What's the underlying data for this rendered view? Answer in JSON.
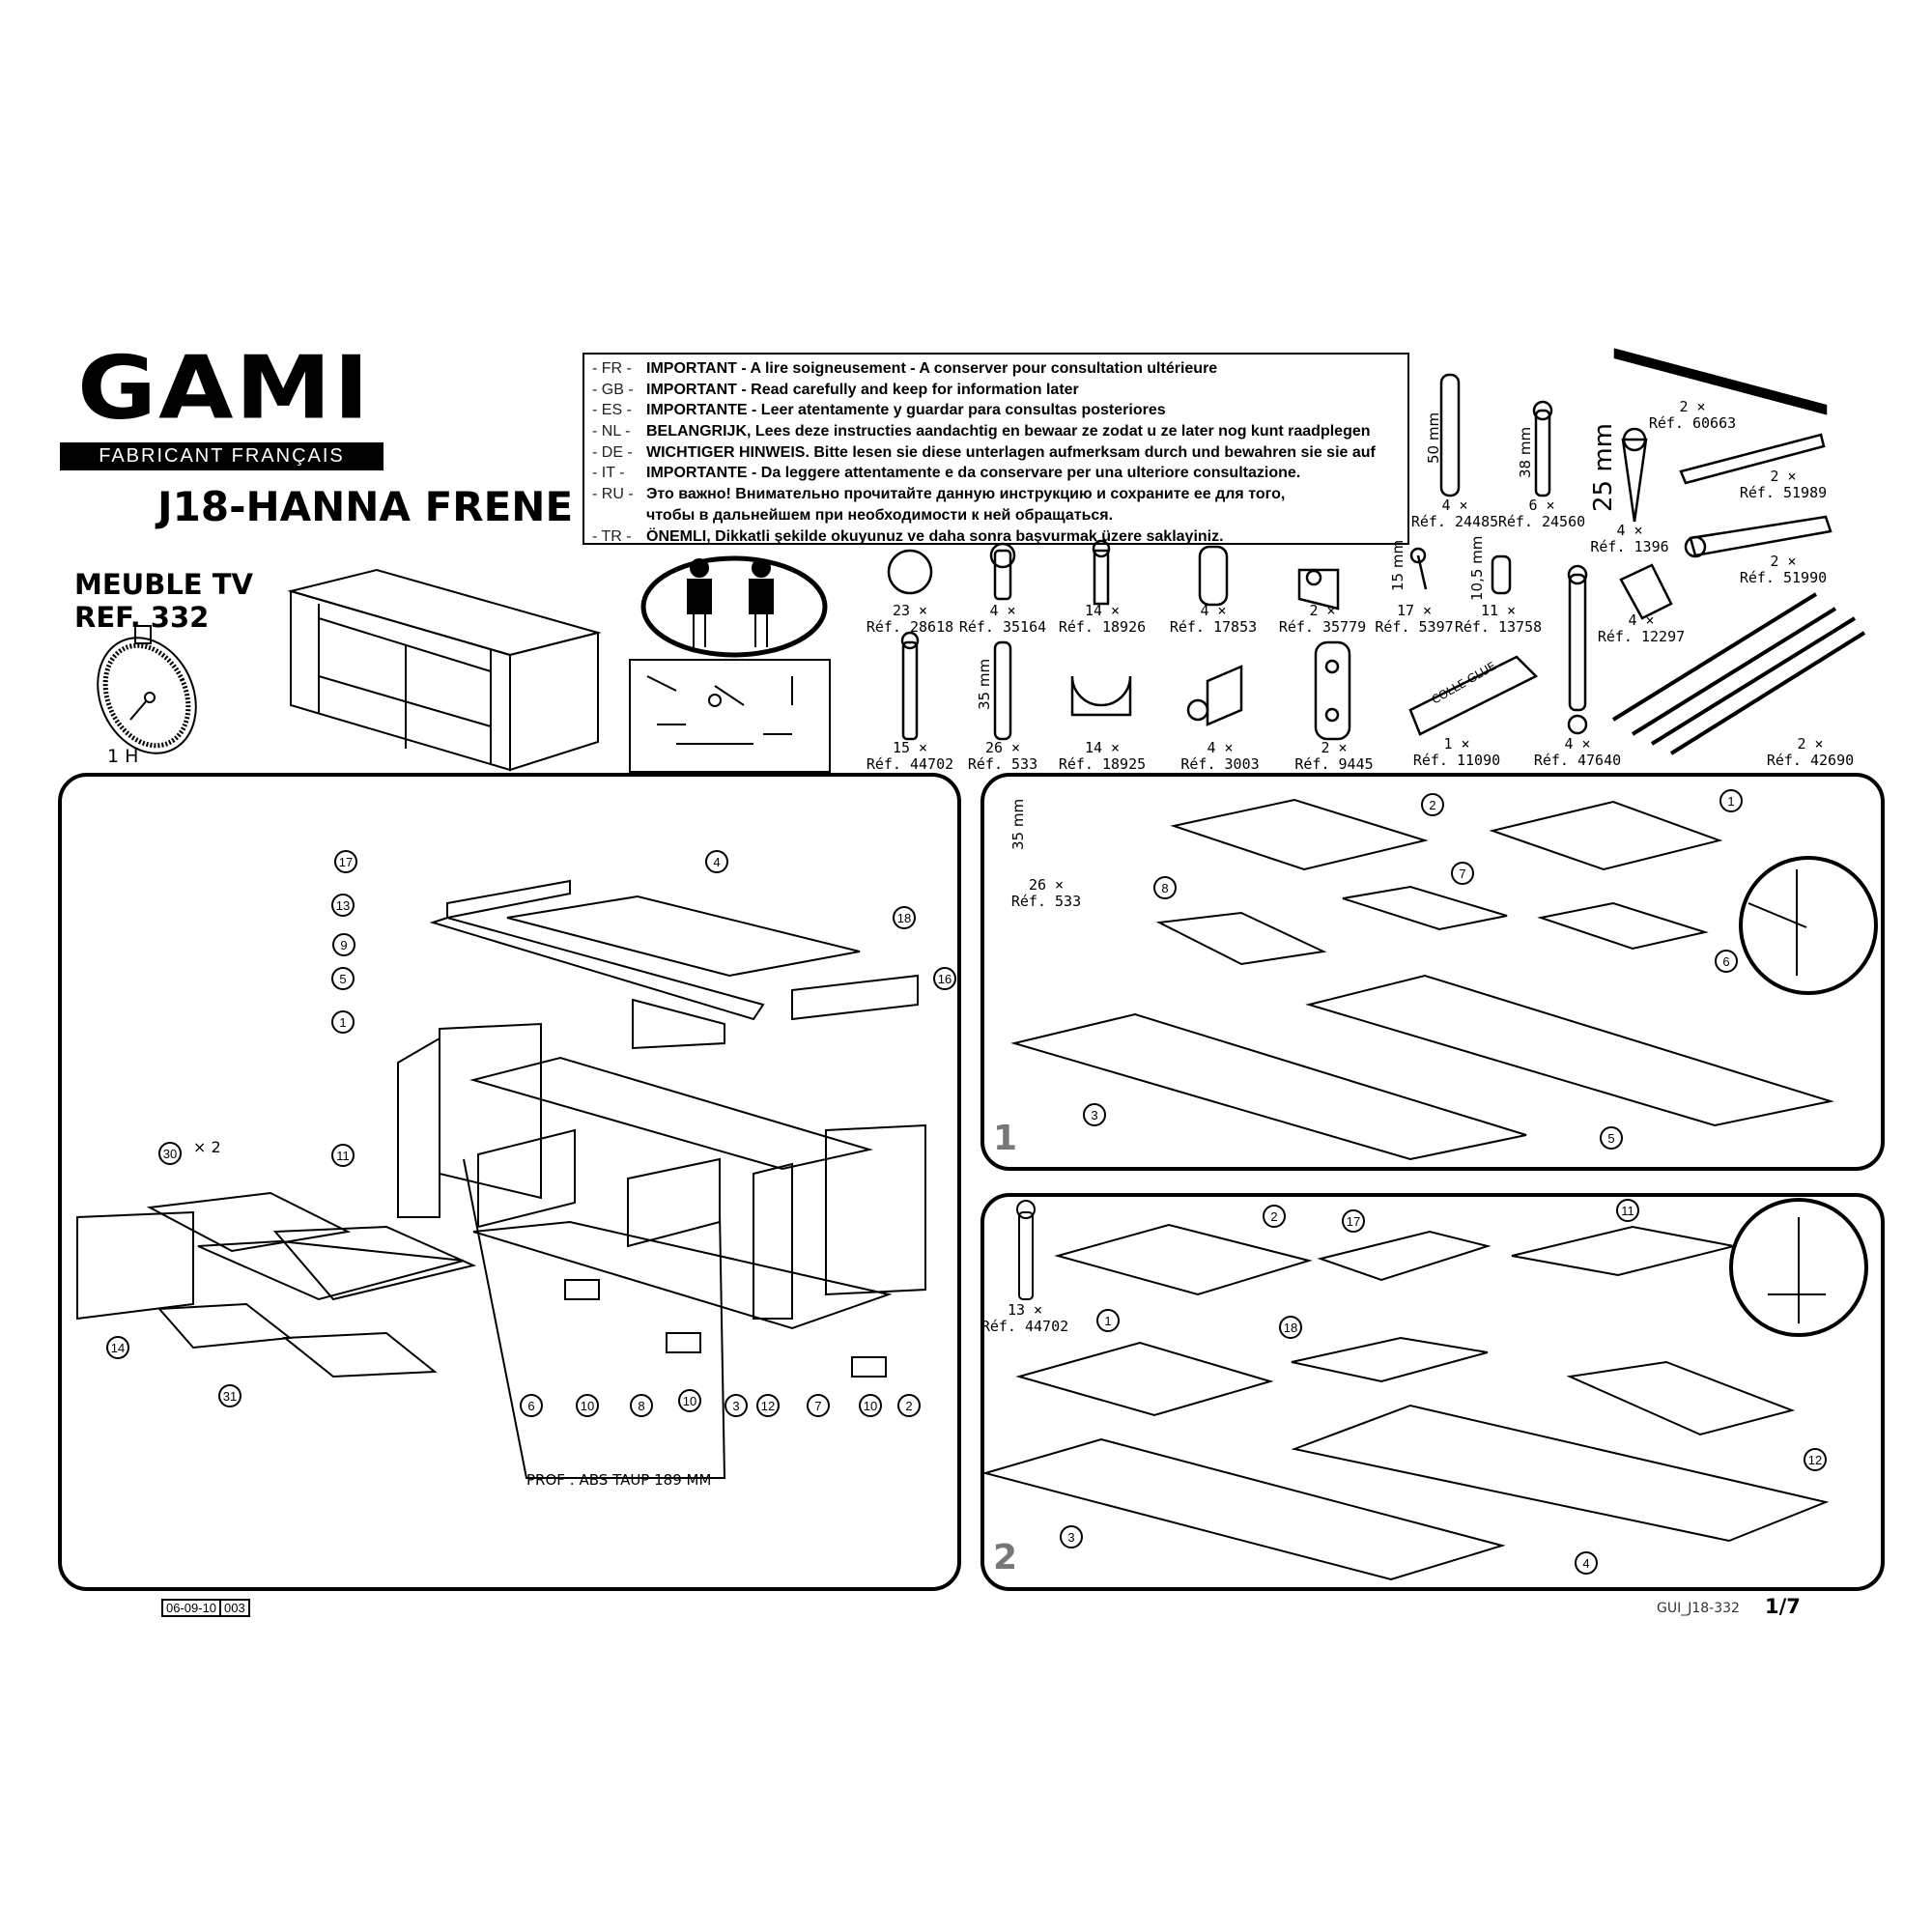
{
  "brand": {
    "logo": "GAMI",
    "tagline": "FABRICANT FRANÇAIS"
  },
  "product": {
    "title": "J18-HANNA FRENE",
    "type": "MEUBLE TV",
    "ref": "REF. 332",
    "duration": "1 H"
  },
  "notice": [
    {
      "code": "- FR -",
      "text": "IMPORTANT - A lire soigneusement - A conserver pour consultation ultérieure"
    },
    {
      "code": "- GB -",
      "text": "IMPORTANT - Read carefully and keep for information later"
    },
    {
      "code": "- ES -",
      "text": "IMPORTANTE - Leer atentamente y guardar para consultas posteriores"
    },
    {
      "code": "- NL -",
      "text": "BELANGRIJK, Lees deze instructies aandachtig en bewaar ze zodat u ze later nog kunt raadplegen"
    },
    {
      "code": "- DE -",
      "text": "WICHTIGER HINWEIS. Bitte lesen sie diese unterlagen aufmerksam durch und bewahren sie sie auf"
    },
    {
      "code": "- IT -",
      "text": "IMPORTANTE - Da leggere attentamente e da conservare per una ulteriore consultazione."
    },
    {
      "code": "- RU -",
      "text": "Это важно! Внимательно прочитайте данную инструкцию и сохраните ее для того,"
    },
    {
      "code": "",
      "text": "чтобы в дальнейшем при необходимости к ней обращаться."
    },
    {
      "code": "- TR -",
      "text": "ÖNEMLI, Dikkatli şekilde okuyunuz ve daha sonra başvurmak üzere saklayiniz."
    }
  ],
  "hardware": [
    {
      "count": "4 ×",
      "ref": "Réf. 24485",
      "dim": "50 mm"
    },
    {
      "count": "6 ×",
      "ref": "Réf. 24560",
      "dim": "38 mm"
    },
    {
      "count": "4 ×",
      "ref": "Réf. 1396",
      "dim": "25 mm"
    },
    {
      "count": "2 ×",
      "ref": "Réf. 60663"
    },
    {
      "count": "2 ×",
      "ref": "Réf. 51989"
    },
    {
      "count": "2 ×",
      "ref": "Réf. 51990"
    },
    {
      "count": "4 ×",
      "ref": "Réf. 12297"
    },
    {
      "count": "23 ×",
      "ref": "Réf. 28618"
    },
    {
      "count": "4 ×",
      "ref": "Réf. 35164"
    },
    {
      "count": "14 ×",
      "ref": "Réf. 18926"
    },
    {
      "count": "4 ×",
      "ref": "Réf. 17853"
    },
    {
      "count": "2 ×",
      "ref": "Réf. 35779"
    },
    {
      "count": "17 ×",
      "ref": "Réf. 5397",
      "dim": "15 mm"
    },
    {
      "count": "11 ×",
      "ref": "Réf. 13758",
      "dim": "10,5 mm"
    },
    {
      "count": "15 ×",
      "ref": "Réf. 44702"
    },
    {
      "count": "26 ×",
      "ref": "Réf. 533",
      "dim": "35 mm"
    },
    {
      "count": "14 ×",
      "ref": "Réf. 18925"
    },
    {
      "count": "4 ×",
      "ref": "Réf. 3003"
    },
    {
      "count": "2 ×",
      "ref": "Réf. 9445"
    },
    {
      "count": "1 ×",
      "ref": "Réf. 11090",
      "glue": "COLLE GLUE"
    },
    {
      "count": "4 ×",
      "ref": "Réf. 47640"
    },
    {
      "count": "2 ×",
      "ref": "Réf. 42690"
    }
  ],
  "overview": {
    "callouts": [
      "17",
      "4",
      "13",
      "9",
      "18",
      "5",
      "16",
      "1",
      "11",
      "30",
      "14",
      "31",
      "6",
      "10",
      "8",
      "10",
      "3",
      "12",
      "7",
      "10",
      "2"
    ],
    "multiplier": "× 2",
    "note": "PROF : ABS TAUP 189 MM"
  },
  "step1": {
    "number": "1",
    "part_count": "26 ×",
    "part_ref": "Réf. 533",
    "part_dim": "35 mm",
    "callouts": [
      "2",
      "1",
      "8",
      "7",
      "6",
      "3",
      "5"
    ]
  },
  "step2": {
    "number": "2",
    "part_count": "13 ×",
    "part_ref": "Réf. 44702",
    "callouts": [
      "2",
      "17",
      "11",
      "1",
      "18",
      "12",
      "3",
      "4"
    ]
  },
  "footer": {
    "date": "06-09-10",
    "rev": "003",
    "doc_code": "GUI_J18-332",
    "page": "1/7"
  }
}
